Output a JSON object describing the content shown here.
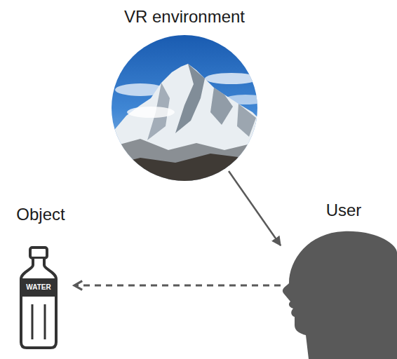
{
  "diagram": {
    "nodes": [
      {
        "text": [
          "VR environment"
        ]
      },
      {
        "text": [
          "Object",
          "WATER"
        ]
      },
      {
        "text": [
          "User"
        ]
      }
    ],
    "edges": [
      {
        "from": 0,
        "to": 2,
        "arrow": "to"
      },
      {
        "from": 2,
        "to": 1,
        "arrow": "to"
      }
    ]
  }
}
